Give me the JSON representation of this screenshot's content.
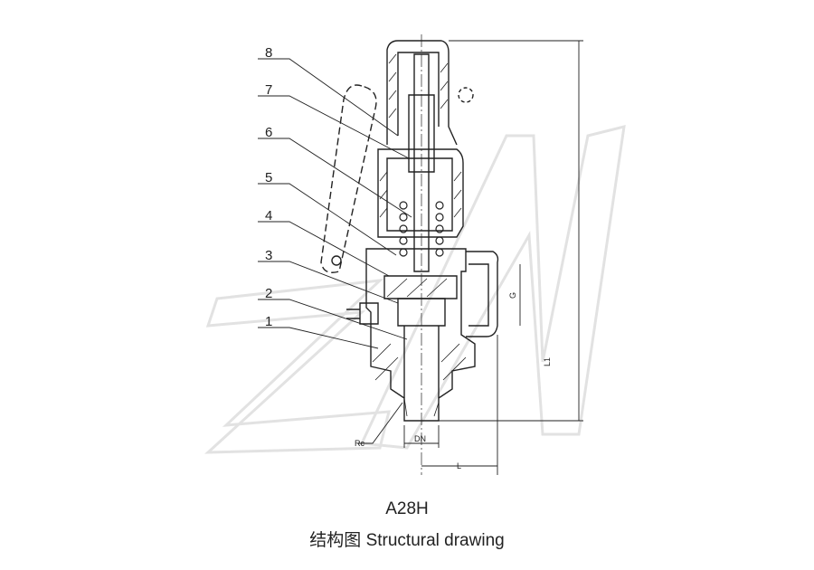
{
  "drawing": {
    "part_labels": [
      "8",
      "7",
      "6",
      "5",
      "4",
      "3",
      "2",
      "1"
    ],
    "dimension_labels": {
      "rc": "Rc",
      "dn": "DN",
      "l": "L",
      "g": "G",
      "l1": "L1"
    },
    "watermark": "ZN"
  },
  "caption": {
    "model": "A28H",
    "title": "结构图 Structural drawing"
  }
}
